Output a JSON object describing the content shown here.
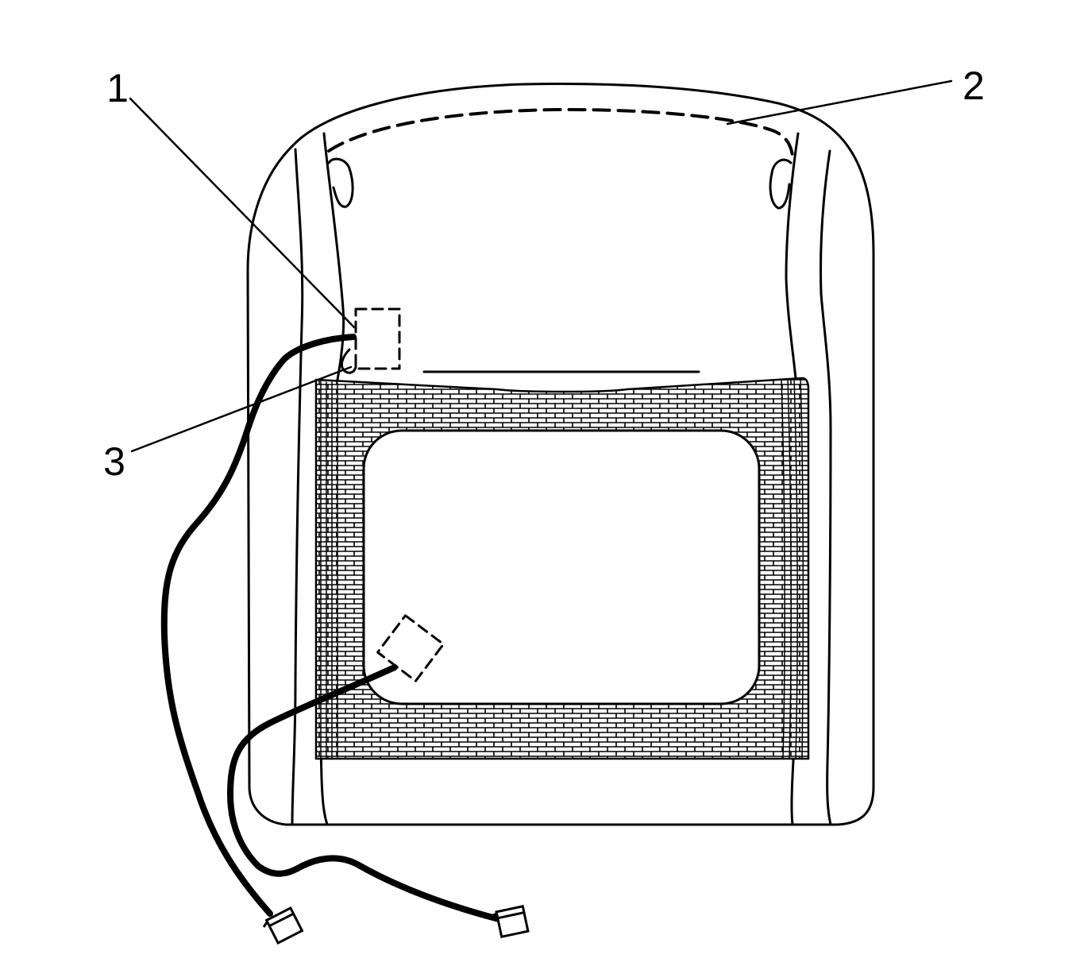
{
  "diagram": {
    "callouts": [
      {
        "id": "1",
        "label": "1"
      },
      {
        "id": "2",
        "label": "2"
      },
      {
        "id": "3",
        "label": "3"
      }
    ]
  },
  "colors": {
    "ink": "#000000",
    "paper": "#ffffff"
  }
}
